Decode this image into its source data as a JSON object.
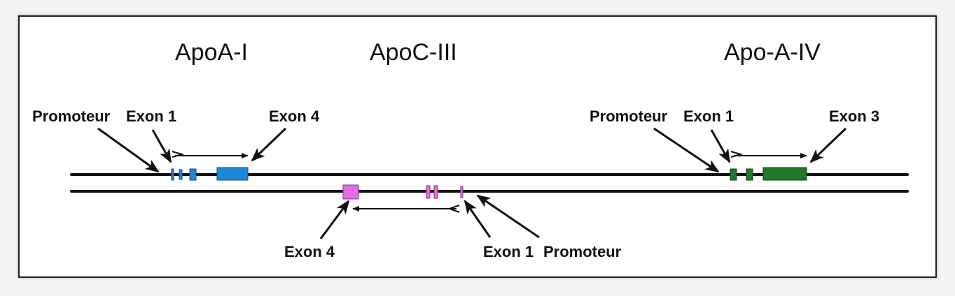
{
  "genes": [
    {
      "name": "ApoA-I",
      "color": "#1e88d8",
      "labels": {
        "promoter": "Promoteur",
        "exon_first": "Exon 1",
        "exon_last": "Exon 4"
      }
    },
    {
      "name": "ApoC-III",
      "color": "#e26ee6",
      "labels": {
        "promoter": "Promoteur",
        "exon_first": "Exon 1",
        "exon_last": "Exon 4"
      }
    },
    {
      "name": "Apo-A-IV",
      "color": "#1f7a2a",
      "labels": {
        "promoter": "Promoteur",
        "exon_first": "Exon 1",
        "exon_last": "Exon 3"
      }
    }
  ]
}
